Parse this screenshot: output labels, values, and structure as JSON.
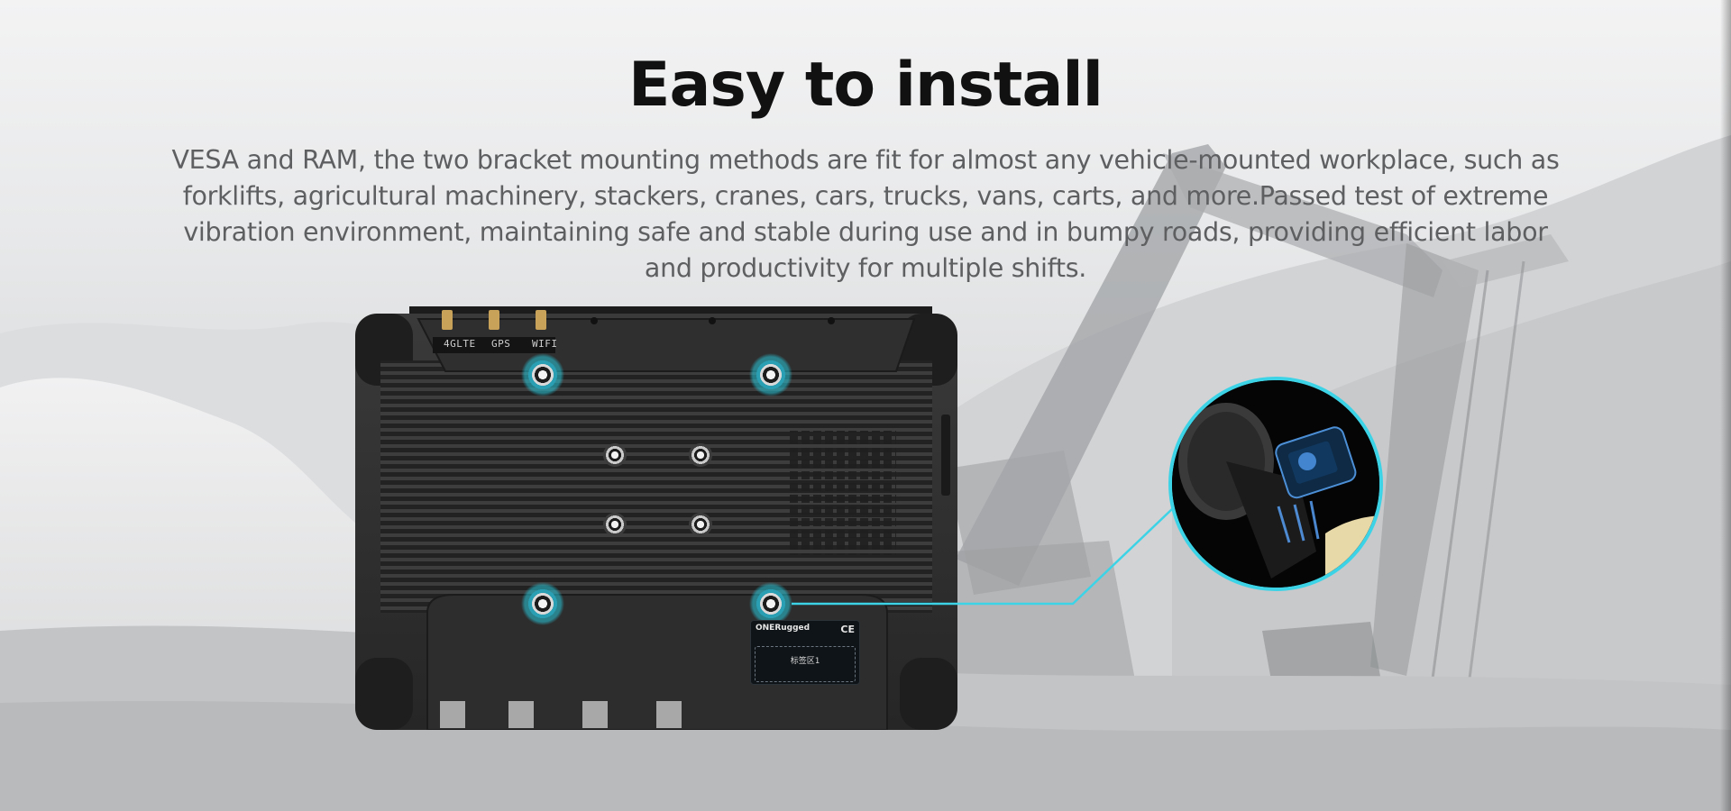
{
  "section": {
    "title": "Easy to install",
    "description": "VESA and RAM, the two bracket mounting methods are fit for almost any vehicle-mounted workplace, such as forklifts, agricultural machinery, stackers, cranes, cars, trucks, vans, carts, and more.Passed test of extreme vibration environment, maintaining safe and stable during use and in bumpy roads, providing efficient labor and productivity for multiple shifts."
  },
  "device": {
    "ports": [
      "4GLTE",
      "GPS",
      "WIFI"
    ],
    "brand": "ONERugged",
    "cert_mark": "CE",
    "sticker_text": "标签区1"
  },
  "colors": {
    "accent": "#3dd3e6",
    "headline": "#111111",
    "body_text": "#5d5f61",
    "device_body": "#2c2c2c"
  },
  "icons": {
    "mount_point": "vesa-mount-icon",
    "callout": "magnifier-callout"
  }
}
